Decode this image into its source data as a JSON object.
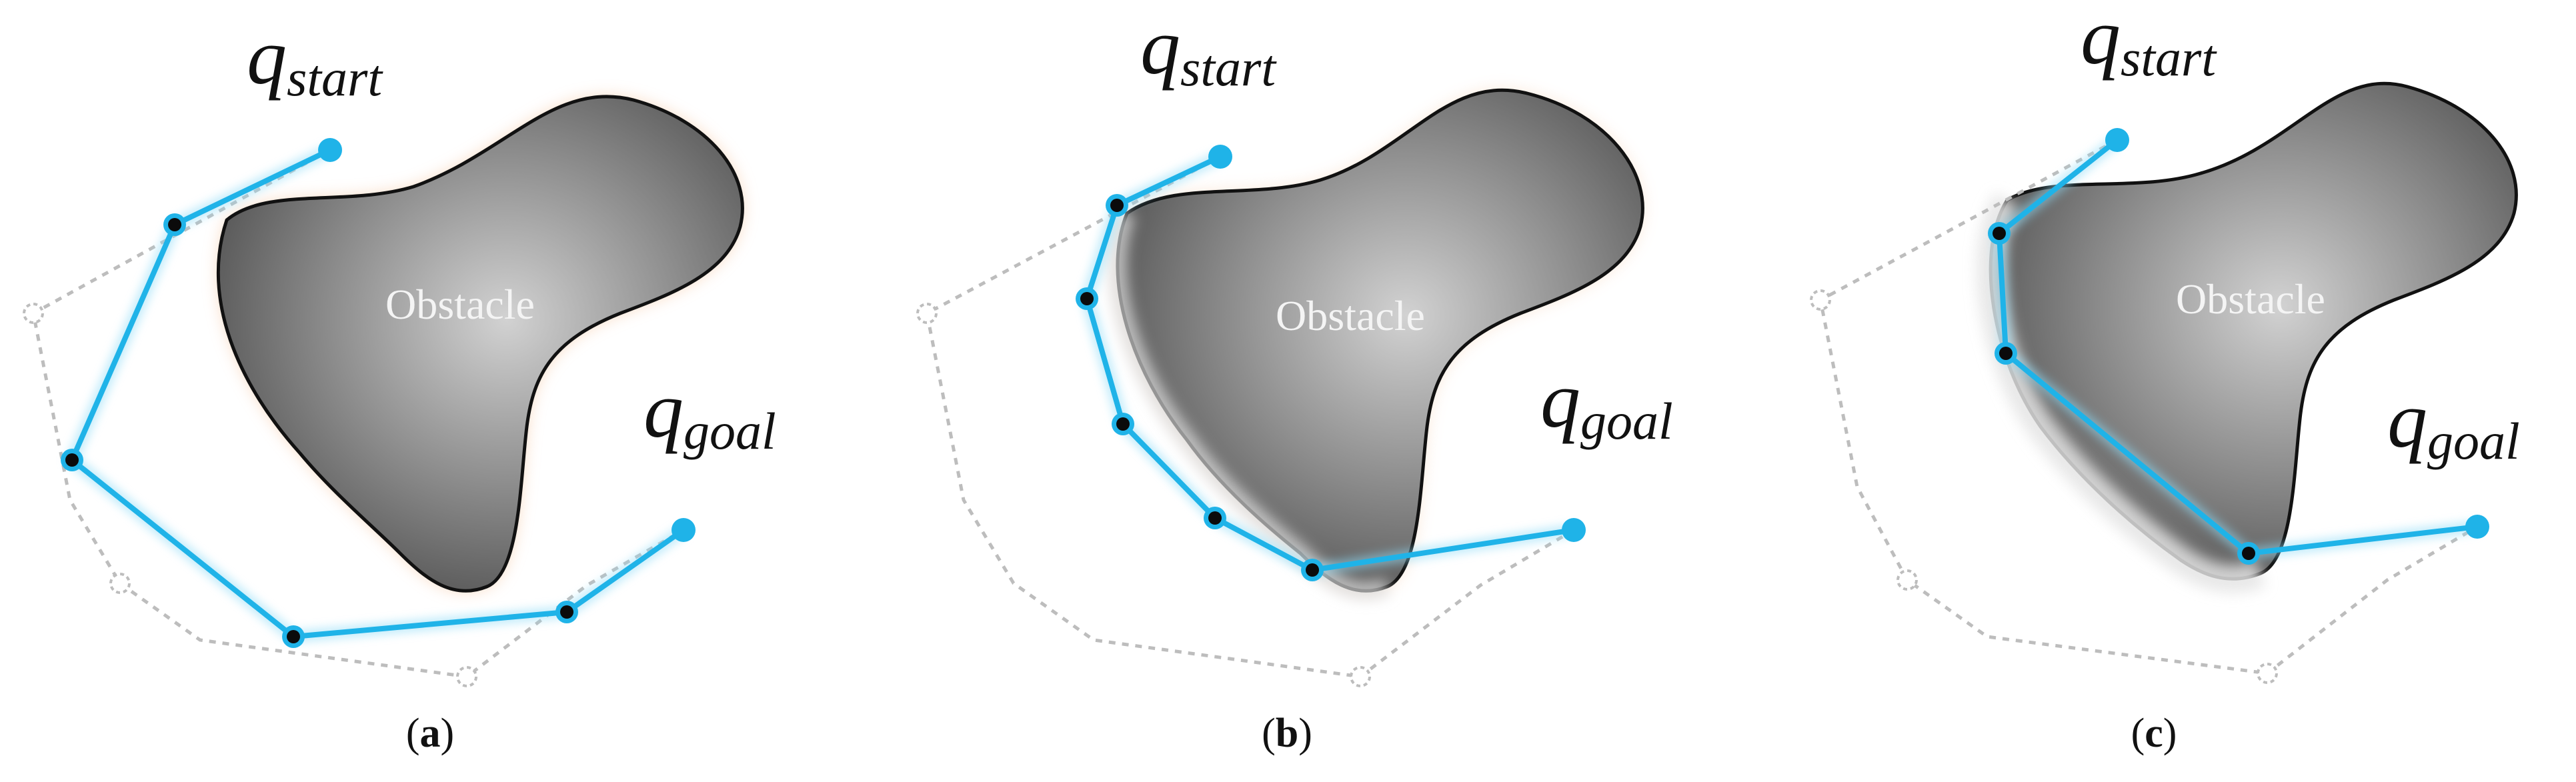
{
  "panels": [
    {
      "id": "a",
      "caption_letter": "a",
      "q_symbol": "q",
      "start_subscript": "start",
      "goal_subscript": "goal",
      "obstacle_label": "Obstacle"
    },
    {
      "id": "b",
      "caption_letter": "b",
      "q_symbol": "q",
      "start_subscript": "start",
      "goal_subscript": "goal",
      "obstacle_label": "Obstacle"
    },
    {
      "id": "c",
      "caption_letter": "c",
      "q_symbol": "q",
      "start_subscript": "start",
      "goal_subscript": "goal",
      "obstacle_label": "Obstacle"
    }
  ],
  "colors": {
    "path": "#1fb3e8",
    "node_inner": "#0b0b0b",
    "initial_path": "#bdbdbd",
    "obstacle_center": "#cfcfcf",
    "obstacle_edge": "#5a5a5a",
    "obstacle_outline": "#111111",
    "obstacle_glow": "#f4c8a8"
  }
}
